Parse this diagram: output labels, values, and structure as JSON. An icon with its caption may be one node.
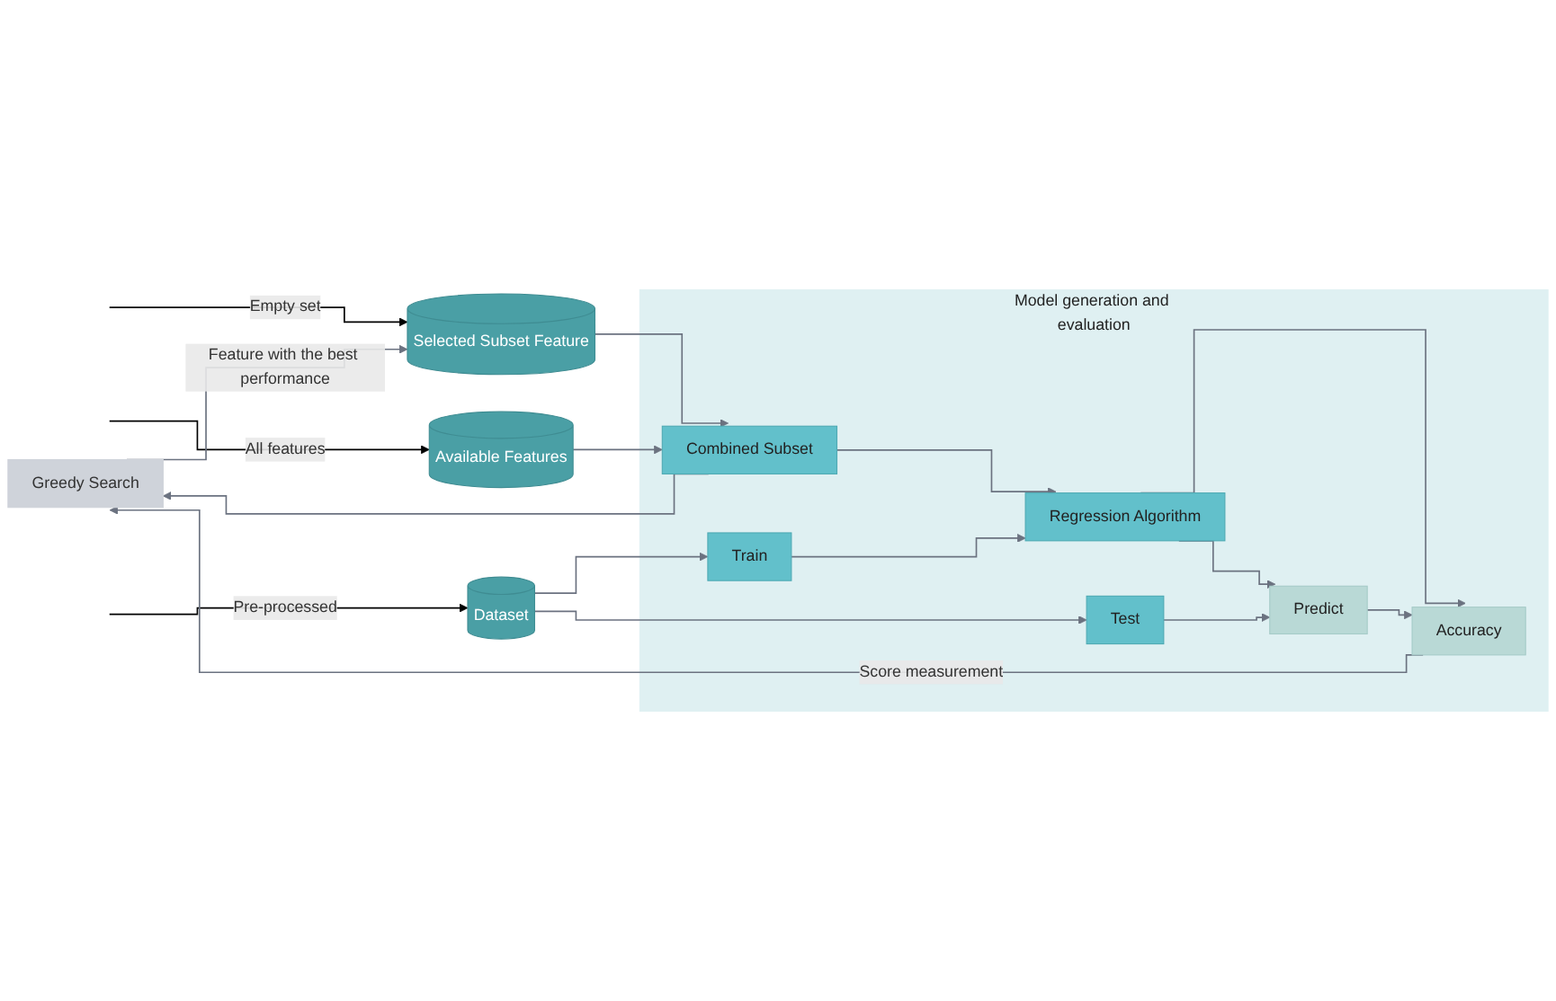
{
  "diagram": {
    "nodes": [
      {
        "text": [
          "Greedy Search"
        ]
      },
      {
        "text": [
          "Selected Subset Feature"
        ]
      },
      {
        "text": [
          "Available Features"
        ]
      },
      {
        "text": [
          "Dataset"
        ]
      },
      {
        "text": [
          "Model generation and evaluation"
        ]
      },
      {
        "text": [
          "Combined Subset"
        ],
        "in": 4
      },
      {
        "text": [
          "Regression Algorithm"
        ],
        "in": 4
      },
      {
        "text": [
          "Accuracy"
        ],
        "in": 4
      },
      {
        "text": [
          "Train"
        ],
        "in": 4
      },
      {
        "text": [
          "Predict"
        ],
        "in": 4
      },
      {
        "text": [
          "Test"
        ],
        "in": 4
      }
    ],
    "edges": [
      {
        "from": null,
        "to": 1,
        "arrow": "to",
        "label": "Empty set",
        "color": "#000000"
      },
      {
        "from": null,
        "to": 2,
        "arrow": "to",
        "label": "All features",
        "color": "#000000"
      },
      {
        "from": null,
        "to": 3,
        "arrow": "to",
        "label": "Pre-processed",
        "color": "#000000"
      },
      {
        "from": 0,
        "to": 1,
        "arrow": "to",
        "label": "Feature with the best performance"
      },
      {
        "from": 1,
        "to": 5,
        "arrow": "to"
      },
      {
        "from": 2,
        "to": 5,
        "arrow": "to"
      },
      {
        "from": 3,
        "to": 8,
        "arrow": "to"
      },
      {
        "from": 3,
        "to": 10,
        "arrow": "to"
      },
      {
        "from": 5,
        "to": 0,
        "arrow": "to"
      },
      {
        "from": 7,
        "to": 0,
        "arrow": "to",
        "label": "Score measurement"
      },
      {
        "from": 5,
        "to": 6,
        "arrow": "to"
      },
      {
        "from": 8,
        "to": 6,
        "arrow": "to"
      },
      {
        "from": 6,
        "to": 7,
        "arrow": "to"
      },
      {
        "from": 6,
        "to": 9,
        "arrow": "to"
      },
      {
        "from": 10,
        "to": 9,
        "arrow": "to"
      },
      {
        "from": 9,
        "to": 7,
        "arrow": "to"
      }
    ]
  }
}
